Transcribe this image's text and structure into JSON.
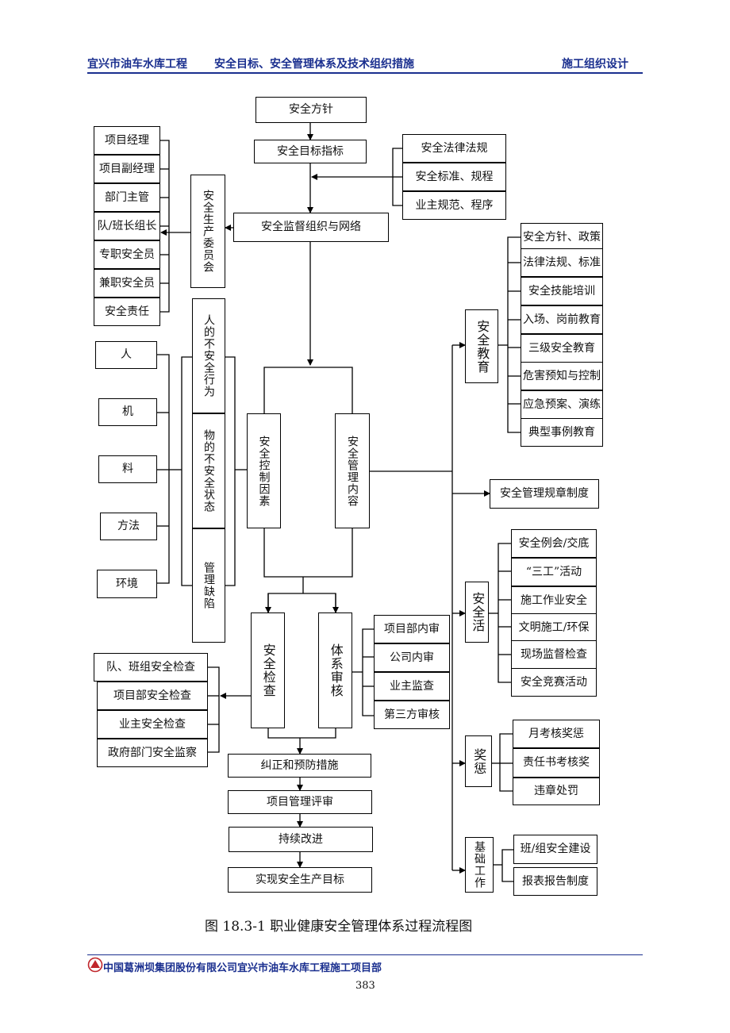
{
  "header": {
    "project": "宜兴市油车水库工程",
    "section": "安全目标、安全管理体系及技术组织措施",
    "doc": "施工组织设计"
  },
  "flow": {
    "policy": "安全方针",
    "target": "安全目标指标",
    "laws": [
      "安全法律法规",
      "安全标准、规程",
      "业主规范、程序"
    ],
    "supervision": "安全监督组织与网络",
    "committee": "安全生产委员会",
    "roles": [
      "项目经理",
      "项目副经理",
      "部门主管",
      "队/班长组长",
      "专职安全员",
      "兼职安全员",
      "安全责任"
    ],
    "factors": [
      "人",
      "机",
      "料",
      "方法",
      "环境"
    ],
    "unsafe": [
      "人的不安全行为",
      "物的不安全状态",
      "管理缺陷"
    ],
    "control": "安全控制因素",
    "mgmt_content": "安全管理内容",
    "education": "安全教育",
    "edu_items": [
      "安全方针、政策",
      "法律法规、标准",
      "安全技能培训",
      "入场、岗前教育",
      "三级安全教育",
      "危害预知与控制",
      "应急预案、演练",
      "典型事例教育"
    ],
    "rules": "安全管理规章制度",
    "activity": "安全活",
    "act_items": [
      "安全例会/交底",
      "“三工”活动",
      "施工作业安全",
      "文明施工/环保",
      "现场监督检查",
      "安全竞赛活动"
    ],
    "reward": "奖惩",
    "reward_items": [
      "月考核奖惩",
      "责任书考核奖",
      "违章处罚"
    ],
    "basic": "基础工作",
    "basic_items": [
      "班/组安全建设",
      "报表报告制度"
    ],
    "inspection": "安全检查",
    "audit": "体系审核",
    "audit_items": [
      "项目部内审",
      "公司内审",
      "业主监查",
      "第三方审核"
    ],
    "inspect_items": [
      "队、班组安全检查",
      "项目部安全检查",
      "业主安全检查",
      "政府部门安全监察"
    ],
    "bottom": [
      "纠正和预防措施",
      "项目管理评审",
      "持续改进",
      "实现安全生产目标"
    ]
  },
  "caption": "图 18.3-1    职业健康安全管理体系过程流程图",
  "footer": "中国葛洲坝集团股份有限公司宜兴市油车水库工程施工项目部",
  "page_number": "383"
}
